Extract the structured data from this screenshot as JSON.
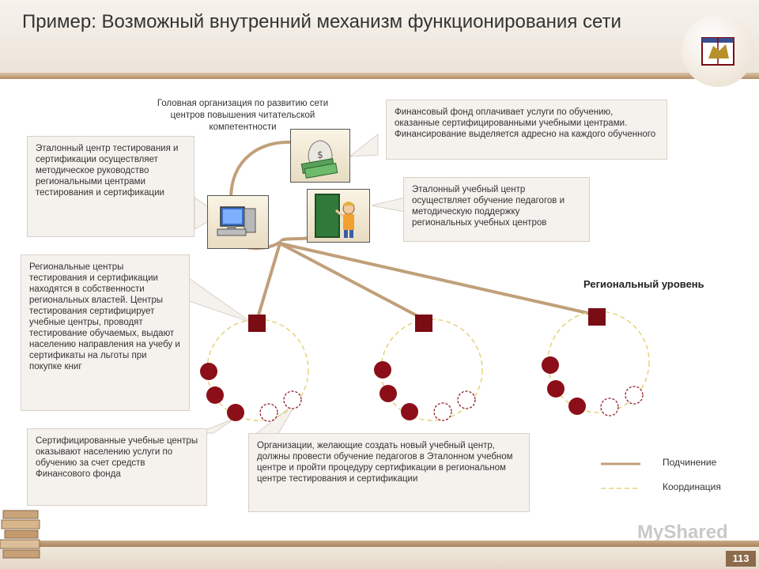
{
  "slide": {
    "title": "Пример: Возможный внутренний механизм функционирования сети",
    "page_number": "113",
    "regional_level": "Региональный уровень",
    "watermark": "MyShared"
  },
  "nodes": {
    "head_org": "Головная организация по развитию сети центров повышения читательской компетентности",
    "testing_center": "Эталонный центр тестирования и сертификации осуществляет методическое руководство региональными центрами тестирования и сертификации",
    "financial_fund": "Финансовый фонд оплачивает услуги по обучению, оказанные сертифицированными учебными центрами. Финансирование выделяется адресно на каждого обученного",
    "training_center": "Эталонный учебный центр осуществляет обучение педагогов и методическую поддержку региональных учебных центров",
    "regional_centers": "Региональные центры тестирования и сертификации находятся в собственности региональных властей. Центры тестирования сертифицирует учебные центры, проводят тестирование обучаемых, выдают населению направления на учебу и сертификаты на льготы при покупке книг",
    "certified_centers": "Сертифицированные   учебные центры оказывают населению услуги по обучению за счет средств Финансового фонда",
    "new_org": "Организации, желающие создать новый учебный центр, должны провести обучение педагогов в Эталонном учебном центре и пройти процедуру сертификации в региональном центре тестирования и сертификации"
  },
  "legend": {
    "subordination": "Подчинение",
    "coordination": "Координация"
  },
  "colors": {
    "link": "#c0a07a",
    "node_filled": "#8b0e18",
    "node_square": "#7a0c14",
    "coordination": "#e6d27a",
    "accent_bar": "#b48d65"
  }
}
